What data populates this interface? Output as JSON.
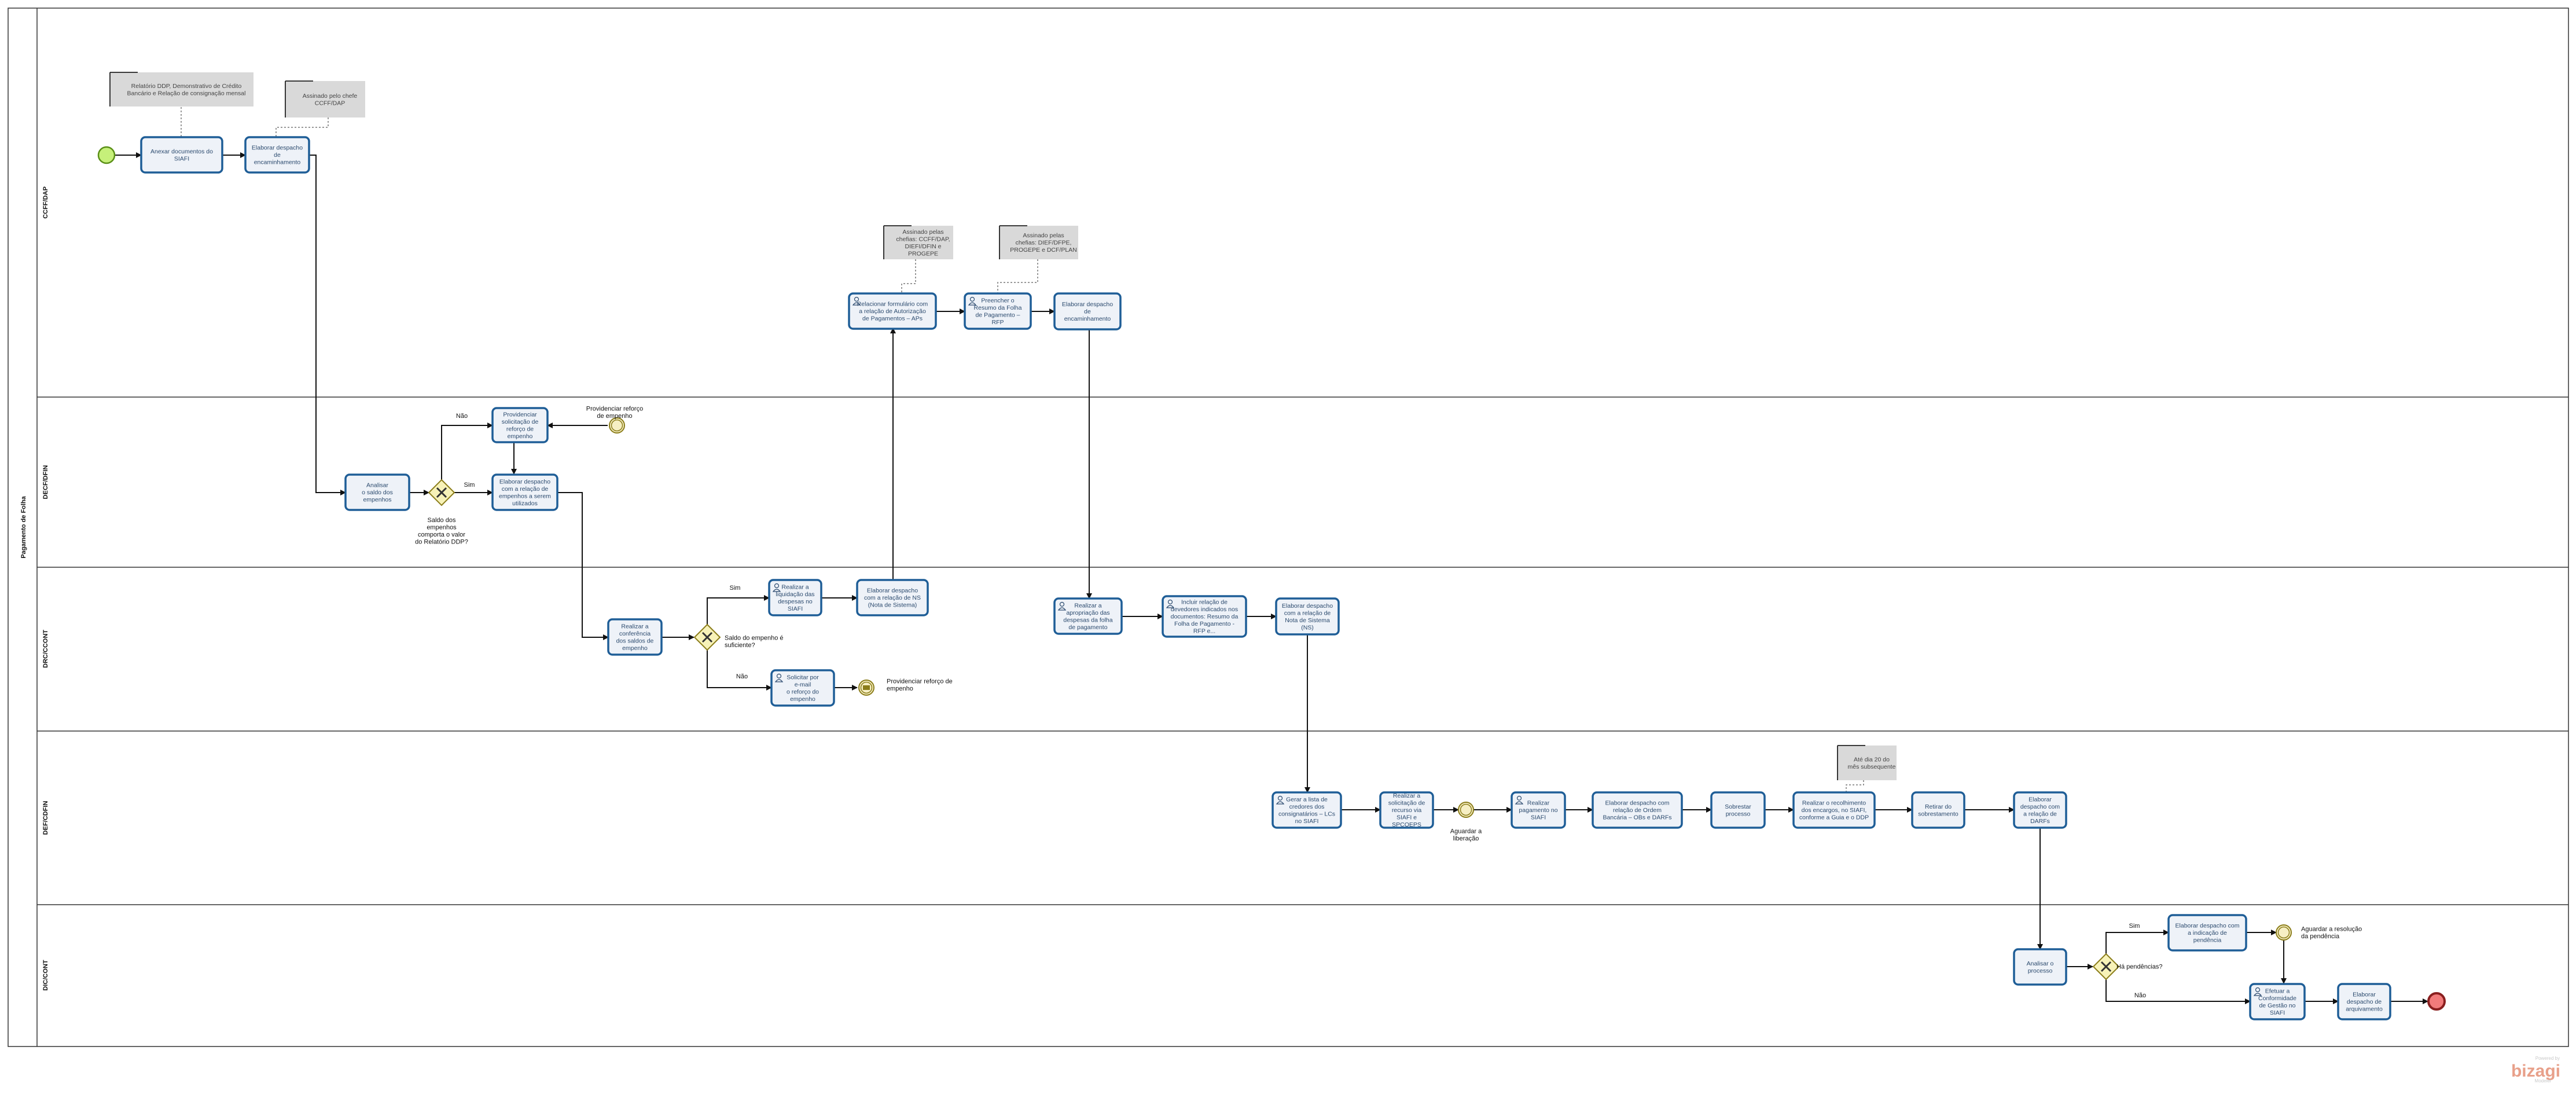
{
  "pool": {
    "name": "Pagamento de Folha"
  },
  "lanes": [
    "CCFF/DAP",
    "DECF/DFIN",
    "DRC/CCONT",
    "DEF/CDFIN",
    "DIC/CONT"
  ],
  "tasks": {
    "t1": [
      "Anexar documentos do",
      "SIAFI"
    ],
    "t2": [
      "Elaborar despacho",
      "de",
      "encaminhamento"
    ],
    "t3": [
      "Analisar",
      "o saldo dos",
      "empenhos"
    ],
    "t4": [
      "Providenciar",
      "solicitação de",
      "reforço de",
      "empenho"
    ],
    "t5": [
      "Elaborar despacho",
      "com a relação de",
      "empenhos a serem",
      "utilizados"
    ],
    "t6": [
      "Relacionar formulário com",
      "a relação de Autorização",
      "de Pagamentos – APs"
    ],
    "t7": [
      "Preencher o",
      "Resumo da Folha",
      "de Pagamento –",
      "RFP"
    ],
    "t8": [
      "Elaborar despacho",
      "de",
      "encaminhamento"
    ],
    "t9": [
      "Realizar a",
      "conferência",
      "dos saldos de",
      "empenho"
    ],
    "t10": [
      "Realizar a",
      "liquidação das",
      "despesas no",
      "SIAFI"
    ],
    "t11": [
      "Elaborar despacho",
      "com a relação de NS",
      "(Nota de Sistema)"
    ],
    "t12": [
      "Solicitar por",
      "e-mail",
      "o reforço do",
      "empenho"
    ],
    "t13": [
      "Realizar a",
      "apropriação das",
      "despesas da folha",
      "de pagamento"
    ],
    "t14": [
      "Incluir relação de",
      "devedores indicados nos",
      "documentos: Resumo da",
      "Folha de Pagamento -",
      "RFP e..."
    ],
    "t15": [
      "Elaborar despacho",
      "com a relação de",
      "Nota de Sistema",
      "(NS)"
    ],
    "t16": [
      "Gerar a lista de",
      "credores dos",
      "consignatários – LCs",
      "no SIAFI"
    ],
    "t17": [
      "Realizar a",
      "solicitação de",
      "recurso via",
      "SIAFI e",
      "SPCOEPS"
    ],
    "t18": [
      "Realizar",
      "pagamento no",
      "SIAFI"
    ],
    "t19": [
      "Elaborar despacho com",
      "relação de Ordem",
      "Bancária – OBs e DARFs"
    ],
    "t20": [
      "Sobrestar",
      "processo"
    ],
    "t21": [
      "Realizar o recolhimento",
      "dos encargos, no SIAFI,",
      "conforme a Guia e o DDP"
    ],
    "t22": [
      "Retirar do",
      "sobrestamento"
    ],
    "t23": [
      "Elaborar",
      "despacho com",
      "a relação de",
      "DARFs"
    ],
    "t24": [
      "Analisar o",
      "processo"
    ],
    "t25": [
      "Elaborar despacho com",
      "a indicação de",
      "pendência"
    ],
    "t26": [
      "Efetuar a",
      "Conformidade",
      "de Gestão no",
      "SIAFI"
    ],
    "t27": [
      "Elaborar",
      "despacho de",
      "arquivamento"
    ]
  },
  "annotations": {
    "a1": [
      "Relatório DDP, Demonstrativo de Crédito",
      "Bancário  e  Relação de consignação mensal"
    ],
    "a2": [
      "Assinado pelo chefe",
      "CCFF/DAP"
    ],
    "a3": [
      "Assinado pelas",
      "chefias: CCFF/DAP,",
      "DIEFI/DFIN e",
      "PROGEPE"
    ],
    "a4": [
      "Assinado pelas",
      "chefias: DIEF/DFPE,",
      "PROGEPE e DCF/PLAN"
    ],
    "a5": [
      "Até dia 20 do",
      "mês subsequente"
    ]
  },
  "gateways": {
    "g1": [
      "Saldo dos",
      "empenhos",
      "comporta o valor",
      "do Relatório DDP?"
    ],
    "g2": [
      "Saldo do empenho é",
      "suficiente?"
    ],
    "g3": [
      "Há pendências?"
    ]
  },
  "events": {
    "e1": [
      "Providenciar reforço",
      "de empenho"
    ],
    "e2": [
      "Providenciar reforço de",
      "empenho"
    ],
    "e3": [
      "Aguardar a",
      "liberação"
    ],
    "e4": [
      "Aguardar a resolução",
      "da pendência"
    ]
  },
  "flow_labels": {
    "nao1": "Não",
    "sim1": "Sim",
    "sim2": "Sim",
    "nao2": "Não",
    "sim3": "Sim",
    "nao3": "Não"
  },
  "watermark": {
    "small": "Powered by",
    "brand": "bizagi",
    "sub": "Modeler"
  }
}
